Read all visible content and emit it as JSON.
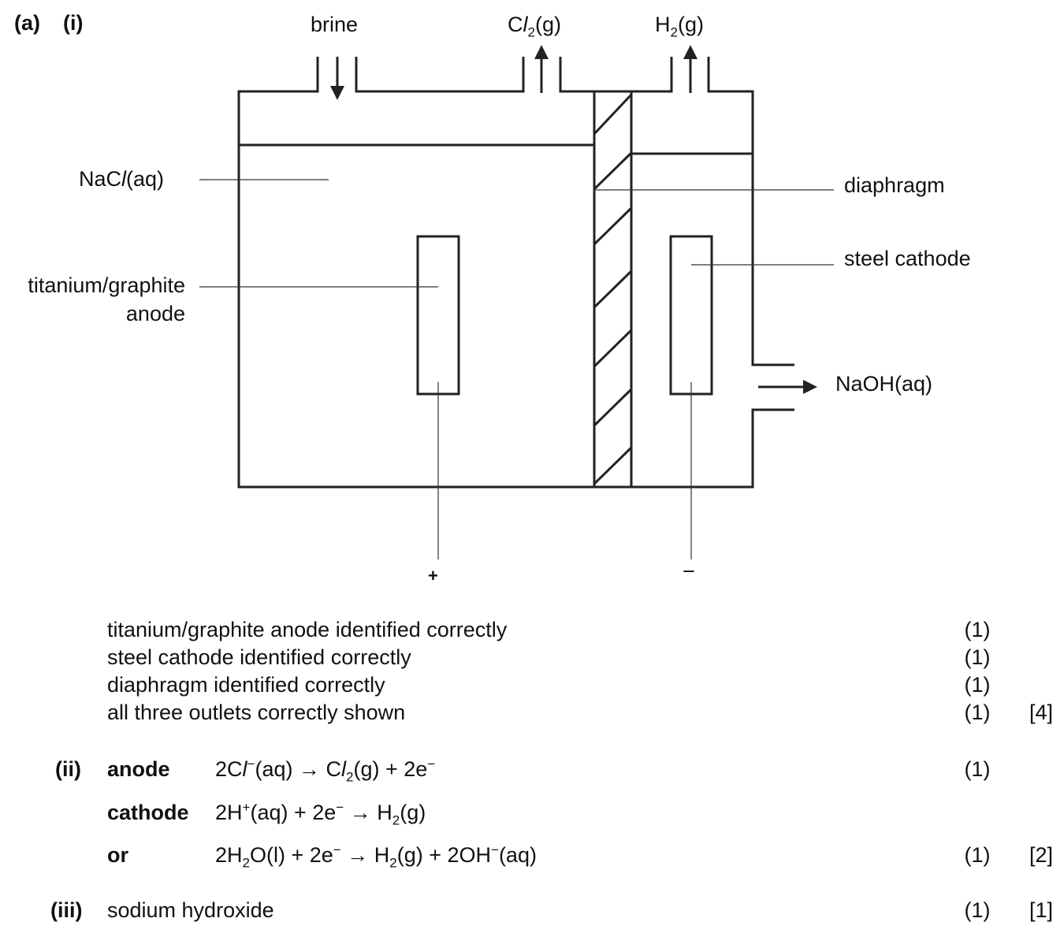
{
  "header": {
    "part": "(a)",
    "sub": "(i)"
  },
  "diagram": {
    "brine": "brine",
    "cl2": {
      "a": "C",
      "b": "l",
      "c": "2",
      "d": "(g)"
    },
    "h2": {
      "a": "H",
      "b": "2",
      "c": "(g)"
    },
    "nacl": {
      "a": "NaC",
      "b": "l",
      "c": "(aq)"
    },
    "anode_line1": "titanium/graphite",
    "anode_line2": "anode",
    "diaphragm": "diaphragm",
    "steel_cathode": "steel cathode",
    "naoh": "NaOH(aq)",
    "plus": "+",
    "minus": "−"
  },
  "marking": {
    "part_i": [
      {
        "text": "titanium/graphite anode identified correctly",
        "mark": "(1)"
      },
      {
        "text": "steel cathode identified correctly",
        "mark": "(1)"
      },
      {
        "text": "diaphragm identified correctly",
        "mark": "(1)"
      },
      {
        "text": "all three outlets correctly shown",
        "mark": "(1)"
      }
    ],
    "part_i_total": "[4]",
    "part_ii": {
      "label": "(ii)",
      "anode_label": "anode",
      "cathode_label": "cathode",
      "or_label": "or",
      "anode_mark": "(1)",
      "or_mark": "(1)",
      "total": "[2]"
    },
    "part_iii": {
      "label": "(iii)",
      "text": "sodium hydroxide",
      "mark": "(1)",
      "total": "[1]"
    }
  }
}
